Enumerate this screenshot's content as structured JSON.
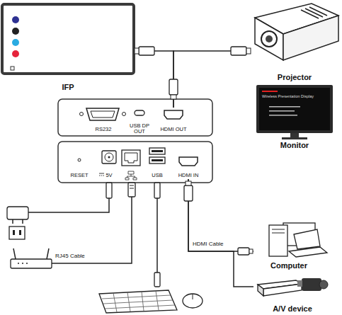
{
  "diagram": {
    "nodes": [
      {
        "text": [
          "IFP"
        ]
      },
      {
        "text": [
          "Projector"
        ]
      },
      {
        "text": [
          "Monitor"
        ]
      },
      {
        "text": [
          "RS232"
        ]
      },
      {
        "text": [
          "USB DP OUT"
        ]
      },
      {
        "text": [
          "HDMI OUT"
        ]
      },
      {
        "text": [
          "RESET"
        ]
      },
      {
        "text": [
          "5V"
        ]
      },
      {
        "text": [
          "USB"
        ]
      },
      {
        "text": [
          "HDMI IN"
        ]
      },
      {
        "text": [
          "Computer"
        ]
      },
      {
        "text": [
          "A/V device"
        ]
      }
    ],
    "edges": [
      {
        "from": 5,
        "to": 0,
        "arrow": "none"
      },
      {
        "from": 5,
        "to": 1,
        "arrow": "none"
      },
      {
        "from": 9,
        "to": 10,
        "label": "HDMI Cable",
        "arrow": "none"
      },
      {
        "from": 9,
        "to": 11,
        "arrow": "none"
      }
    ],
    "labels": [
      "RJ45 Cable",
      "Wireless Presentation Display"
    ]
  }
}
